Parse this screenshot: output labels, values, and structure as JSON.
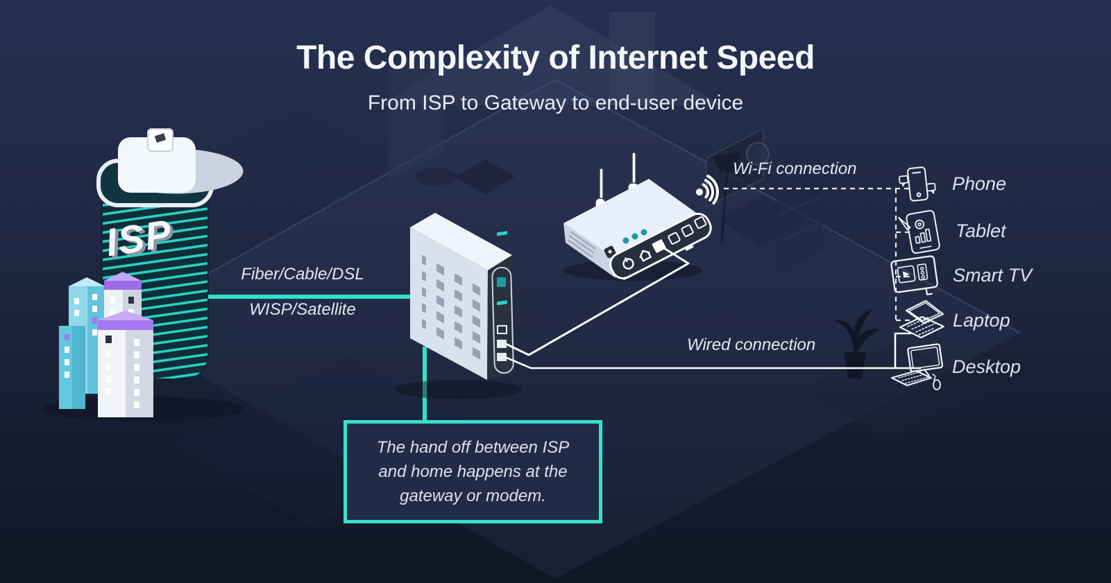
{
  "title": "The Complexity of Internet Speed",
  "subtitle": "From ISP to Gateway to end-user device",
  "isp": {
    "label": "ISP"
  },
  "links": {
    "isp_to_gateway": {
      "label_top": "Fiber/Cable/DSL",
      "label_bottom": "WISP/Satellite"
    },
    "wifi": {
      "label": "Wi-Fi connection"
    },
    "wired": {
      "label": "Wired connection"
    }
  },
  "devices": [
    {
      "icon": "phone-icon",
      "label": "Phone"
    },
    {
      "icon": "tablet-icon",
      "label": "Tablet"
    },
    {
      "icon": "smart-tv-icon",
      "label": "Smart TV"
    },
    {
      "icon": "laptop-icon",
      "label": "Laptop"
    },
    {
      "icon": "desktop-icon",
      "label": "Desktop"
    }
  ],
  "callout": {
    "lines": [
      "The hand off between ISP",
      "and home happens at the",
      "gateway or modem."
    ]
  },
  "colors": {
    "accent_teal": "#35E0C8",
    "background_top": "#253051",
    "background_bottom": "#101624",
    "panel_dark": "#272E3D",
    "isp_tower_dark": "#0F2E3A",
    "stripe_teal": "#2AD1C3",
    "purple_accent": "#9B6BE8",
    "light_blue": "#8FD8EC",
    "device_white": "#F2F5FA",
    "label_text": "#DDE3EE"
  }
}
